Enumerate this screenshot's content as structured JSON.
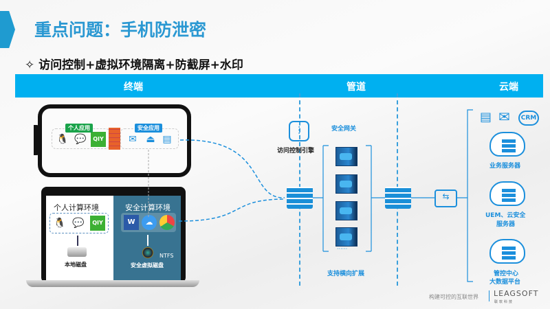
{
  "title": "重点问题：手机防泄密",
  "subtitle": "✧ 访问控制+虚拟环境隔离+防截屏+水印",
  "band": {
    "terminal": "终端",
    "pipe": "管道",
    "cloud": "云端"
  },
  "phone": {
    "personal_label": "个人应用",
    "secure_label": "安全应用"
  },
  "laptop": {
    "personal_env": "个人计算环境",
    "secure_env": "安全计算环境",
    "local_disk": "本地磁盘",
    "virtual_disk": "安全虚拟磁盘",
    "ntfs": "NTFS"
  },
  "pipe": {
    "engine": "访问控制引擎",
    "gateway": "安全网关",
    "scale": "支持横向扩展",
    "dots": "······"
  },
  "cloud": {
    "crm": "CRM",
    "biz": "业务服务器",
    "uem1": "UEM、云安全",
    "uem2": "服务器",
    "mgmt1": "管控中心",
    "mgmt2": "大数据平台"
  },
  "footer": {
    "slogan": "构建可控的互联世界",
    "brand": "LEAGSOFT",
    "brand_cn": "联软科技"
  },
  "colors": {
    "accent": "#00b0f0",
    "title": "#2a98d2",
    "secure_env": "#387391"
  }
}
